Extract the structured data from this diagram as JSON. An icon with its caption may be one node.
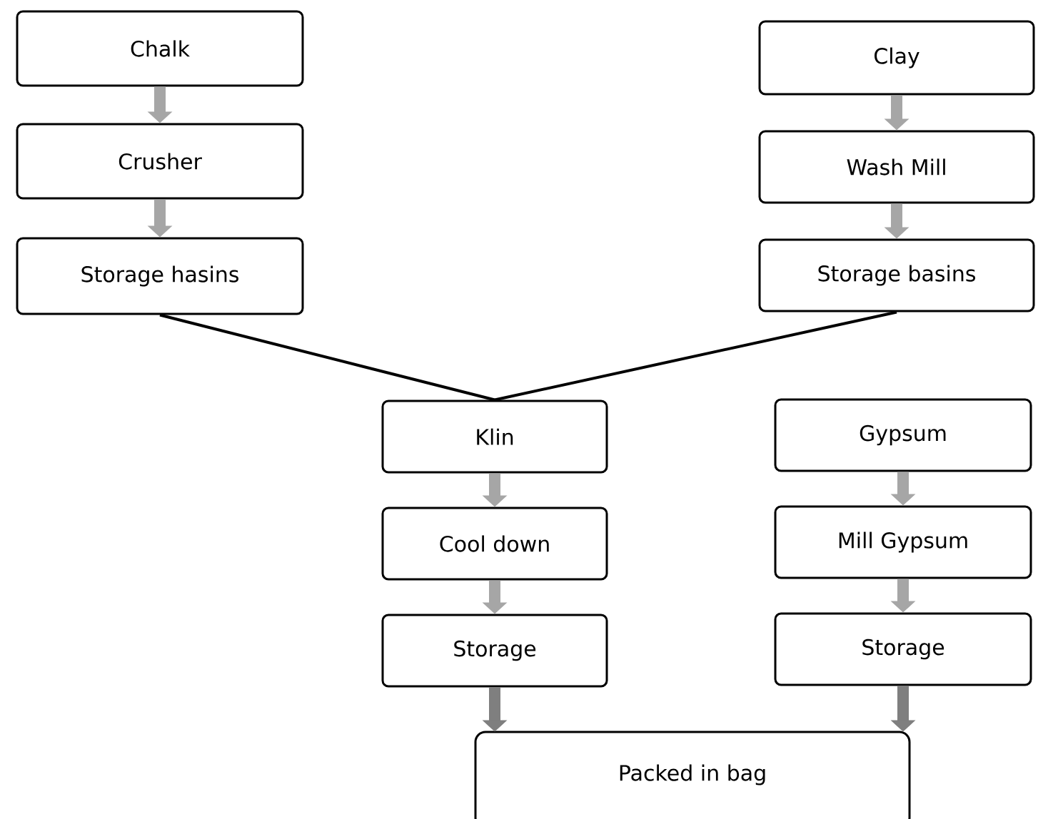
{
  "diagram": {
    "nodes": [
      {
        "text": [
          "Chalk"
        ]
      },
      {
        "text": [
          "Crusher"
        ]
      },
      {
        "text": [
          "Storage hasins"
        ]
      },
      {
        "text": [
          "Clay"
        ]
      },
      {
        "text": [
          "Wash Mill"
        ]
      },
      {
        "text": [
          "Storage basins"
        ]
      },
      {
        "text": [
          "Klin"
        ]
      },
      {
        "text": [
          "Cool down"
        ]
      },
      {
        "text": [
          "Storage"
        ]
      },
      {
        "text": [
          "Gypsum"
        ]
      },
      {
        "text": [
          "Mill Gypsum"
        ]
      },
      {
        "text": [
          "Storage"
        ]
      },
      {
        "text": [
          "Packed in bag"
        ]
      }
    ],
    "edges": [
      {
        "from": 0,
        "to": 1,
        "arrow": "to"
      },
      {
        "from": 1,
        "to": 2,
        "arrow": "to"
      },
      {
        "from": 3,
        "to": 4,
        "arrow": "to"
      },
      {
        "from": 4,
        "to": 5,
        "arrow": "to"
      },
      {
        "from": 2,
        "to": 6,
        "arrow": "none",
        "color": "#000000"
      },
      {
        "from": 5,
        "to": 6,
        "arrow": "none",
        "color": "#000000"
      },
      {
        "from": 6,
        "to": 7,
        "arrow": "to"
      },
      {
        "from": 7,
        "to": 8,
        "arrow": "to"
      },
      {
        "from": 9,
        "to": 10,
        "arrow": "to"
      },
      {
        "from": 10,
        "to": 11,
        "arrow": "to"
      },
      {
        "from": 8,
        "to": 12,
        "arrow": "to",
        "color": "#7f7f7f"
      },
      {
        "from": 11,
        "to": 12,
        "arrow": "to",
        "color": "#7f7f7f"
      }
    ]
  }
}
